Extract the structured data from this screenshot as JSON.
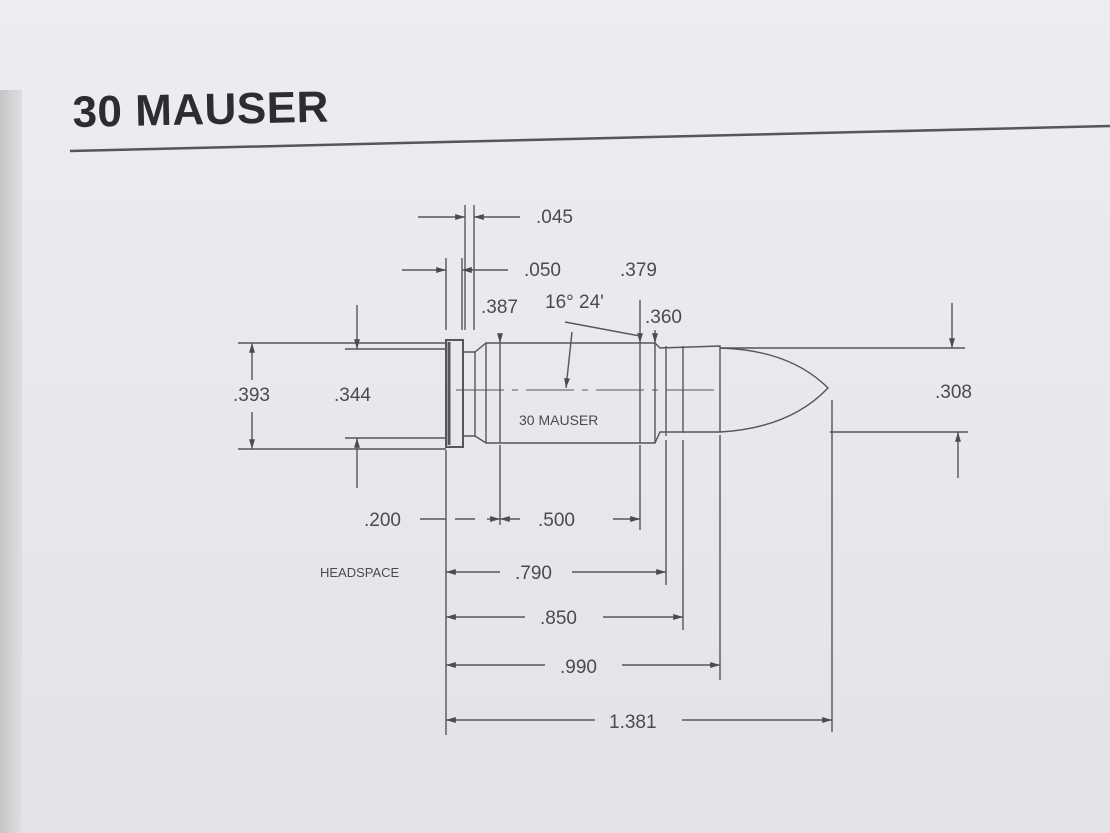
{
  "title": "30 MAUSER",
  "cartridge_label": "30 MAUSER",
  "headspace_label": "HEADSPACE",
  "dimensions": {
    "rim_thickness": ".045",
    "extractor_groove": ".050",
    "shoulder_diameter": ".379",
    "base_diameter": ".387",
    "shoulder_angle": "16° 24'",
    "neck_diameter": ".360",
    "rim_diameter": ".393",
    "groove_diameter": ".344",
    "bullet_diameter": ".308",
    "groove_to_body": ".200",
    "body_length": ".500",
    "headspace_length": ".790",
    "shoulder_end_length": ".850",
    "case_length": ".990",
    "overall_length": "1.381"
  },
  "colors": {
    "paper": "#e6e8ec",
    "ink": "#4a4a50",
    "title_ink": "#2d2d31"
  }
}
